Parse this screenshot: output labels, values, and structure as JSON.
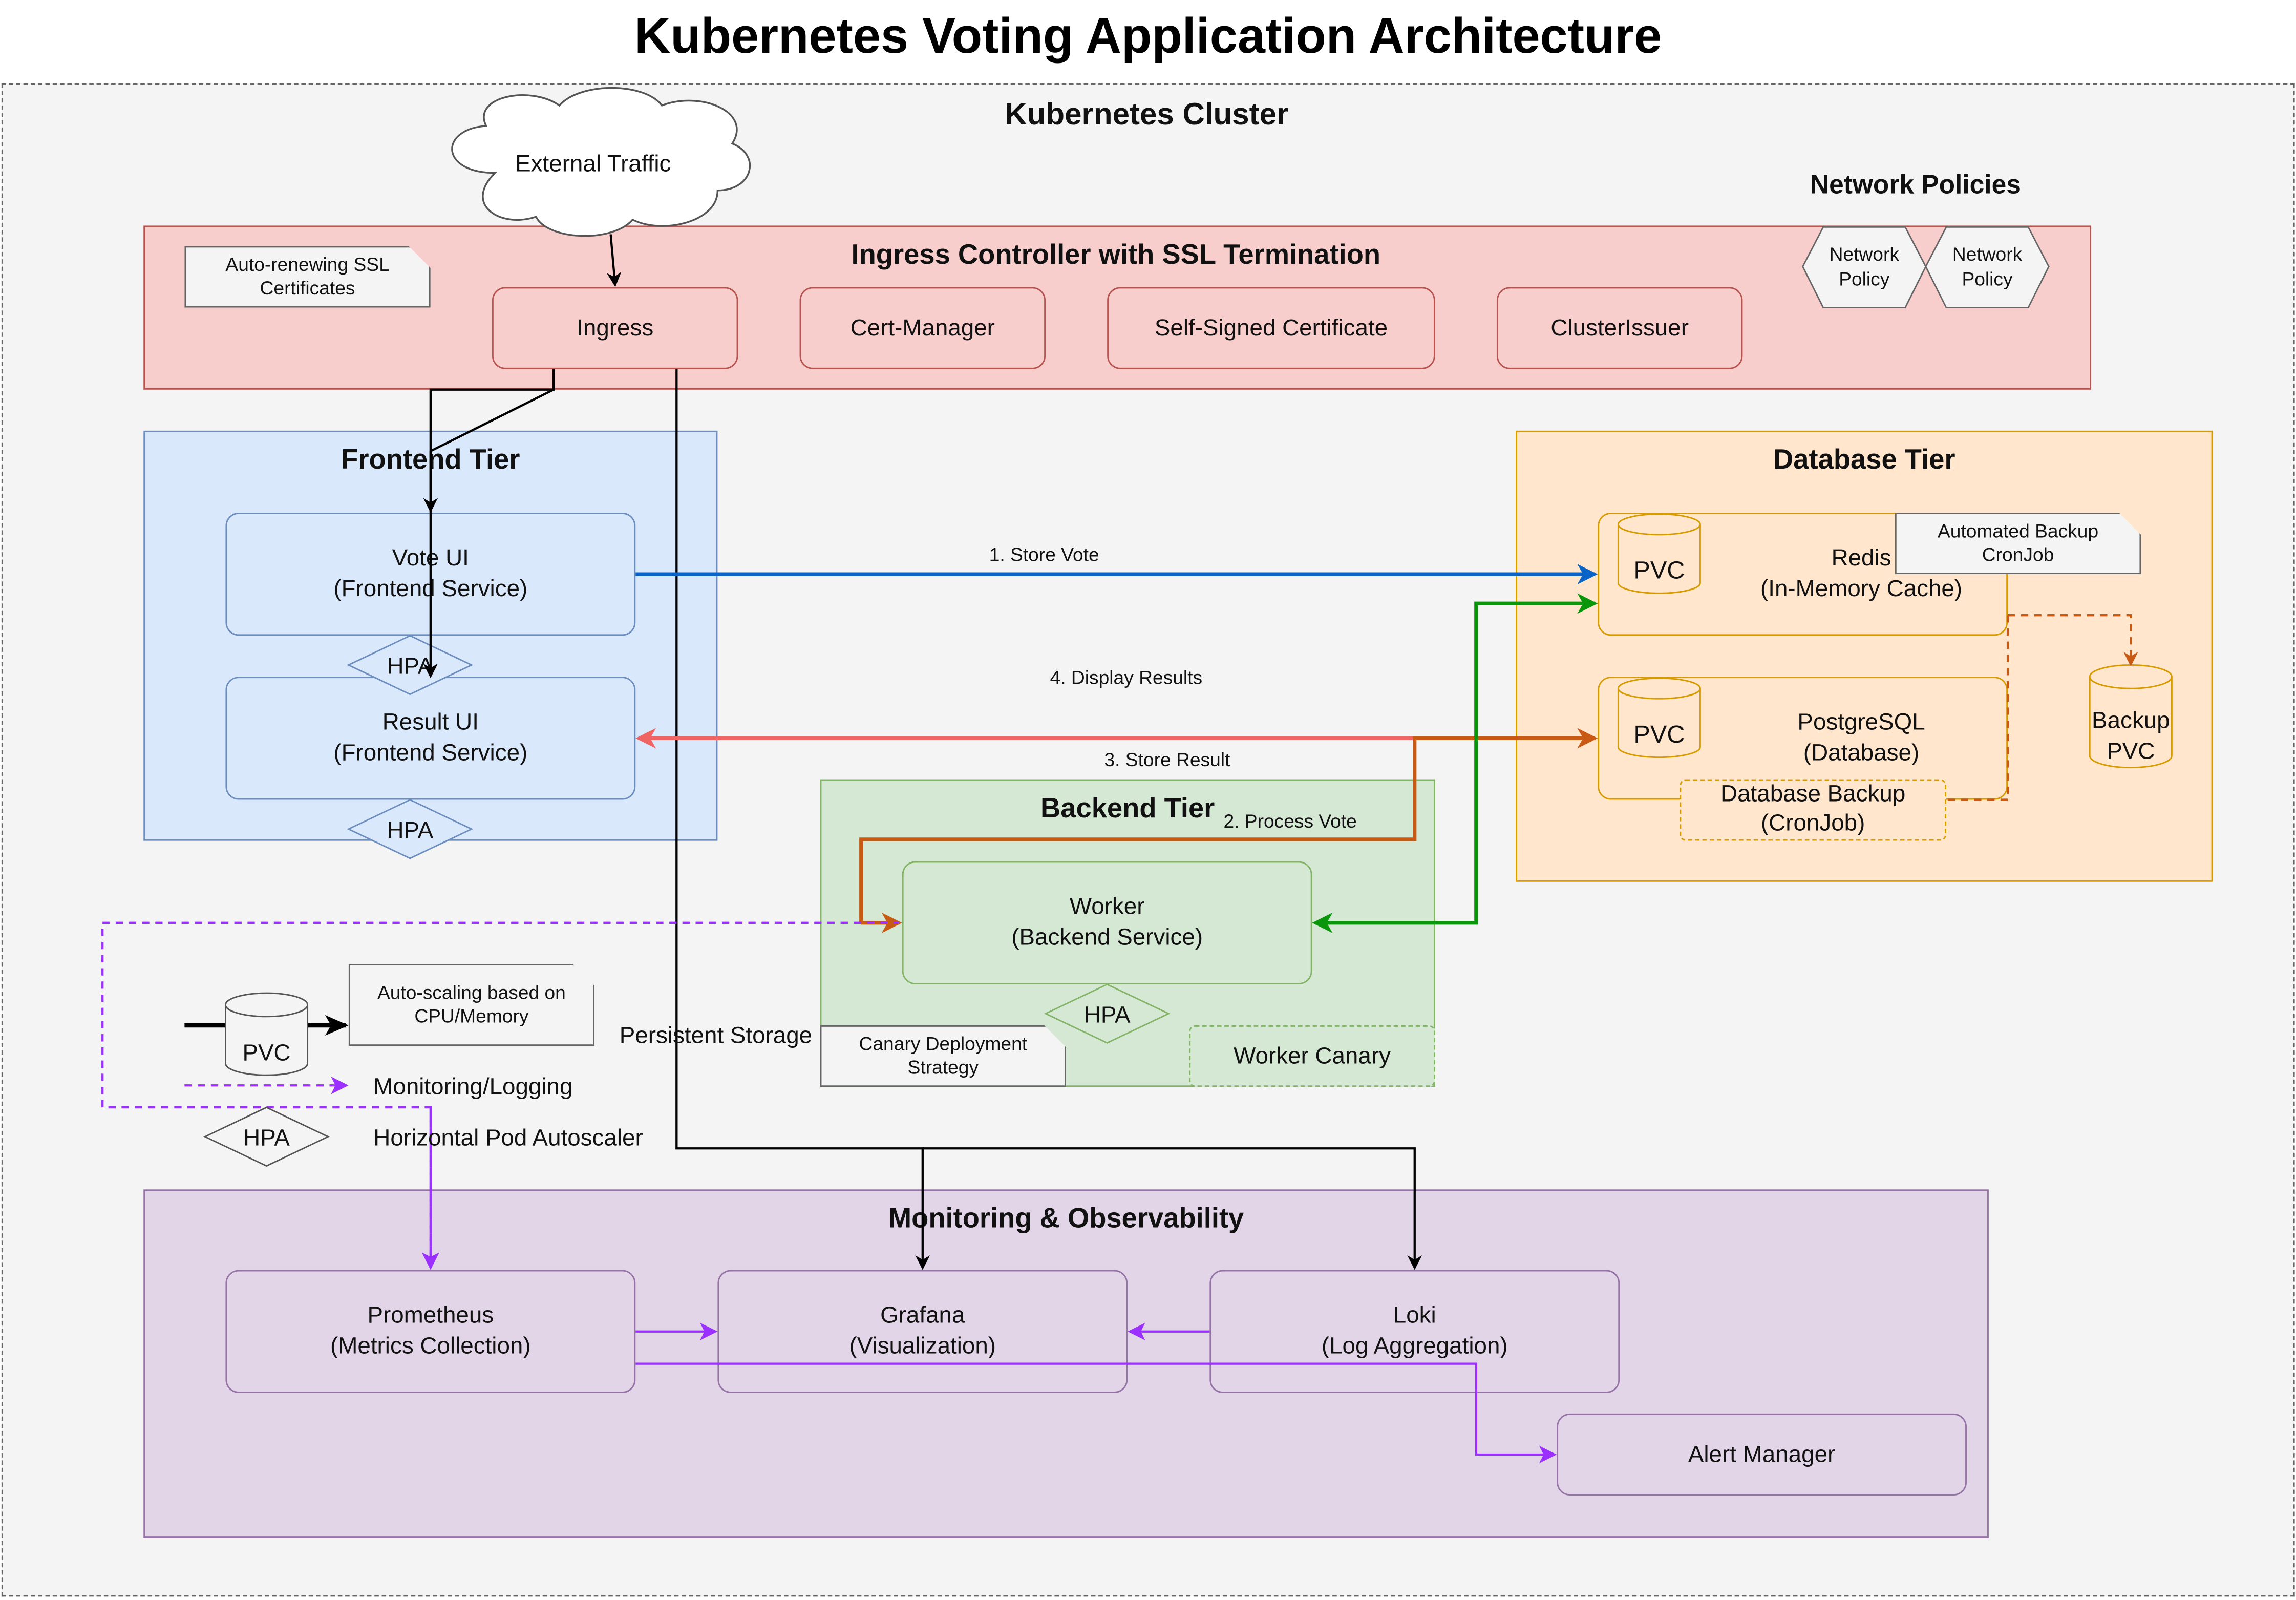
{
  "title": "Kubernetes Voting Application Architecture",
  "cluster_label": "Kubernetes Cluster",
  "external_traffic": "External Traffic",
  "network_policies": {
    "title": "Network Policies",
    "items": [
      "Network\nPolicy",
      "Network\nPolicy"
    ]
  },
  "ingress_tier": {
    "title": "Ingress Controller with SSL Termination",
    "note": "Auto-renewing SSL\nCertificates",
    "components": [
      "Ingress",
      "Cert-Manager",
      "Self-Signed Certificate",
      "ClusterIssuer"
    ]
  },
  "frontend_tier": {
    "title": "Frontend Tier",
    "vote_ui": "Vote UI\n(Frontend Service)",
    "result_ui": "Result UI\n(Frontend Service)",
    "hpa": "HPA"
  },
  "database_tier": {
    "title": "Database Tier",
    "redis": "Redis\n(In-Memory Cache)",
    "postgres": "PostgreSQL\n(Database)",
    "pvc": "PVC",
    "backup_note": "Automated Backup\nCronJob",
    "backup_pvc": "Backup\nPVC",
    "db_backup": "Database Backup\n(CronJob)"
  },
  "backend_tier": {
    "title": "Backend Tier",
    "worker": "Worker\n(Backend Service)",
    "hpa": "HPA",
    "canary_note": "Canary Deployment\nStrategy",
    "worker_canary": "Worker Canary"
  },
  "flows": {
    "store_vote": "1. Store Vote",
    "process_vote": "2. Process Vote",
    "store_result": "3. Store Result",
    "display_results": "4. Display Results"
  },
  "legend": {
    "autoscale_note": "Auto-scaling based on\nCPU/Memory",
    "pvc": "PVC",
    "persistent_storage": "Persistent Storage",
    "monitoring_logging": "Monitoring/Logging",
    "hpa": "HPA",
    "hpa_label": "Horizontal Pod Autoscaler"
  },
  "monitoring_tier": {
    "title": "Monitoring & Observability",
    "prometheus": "Prometheus\n(Metrics Collection)",
    "grafana": "Grafana\n(Visualization)",
    "loki": "Loki\n(Log Aggregation)",
    "alert_manager": "Alert Manager"
  },
  "colors": {
    "ingress_fill": "#f8cecc",
    "ingress_stroke": "#b85450",
    "frontend_fill": "#dae8fc",
    "frontend_stroke": "#6c8ebf",
    "database_fill": "#ffe6cc",
    "database_stroke": "#d79b00",
    "backend_fill": "#d5e8d4",
    "backend_stroke": "#82b366",
    "monitoring_fill": "#e1d5e7",
    "monitoring_stroke": "#9673a6",
    "flow_blue": "#0a64c8",
    "flow_red": "#f06464",
    "flow_orange": "#c85a14",
    "flow_green": "#0a960a",
    "flow_purple": "#9b30ff"
  }
}
